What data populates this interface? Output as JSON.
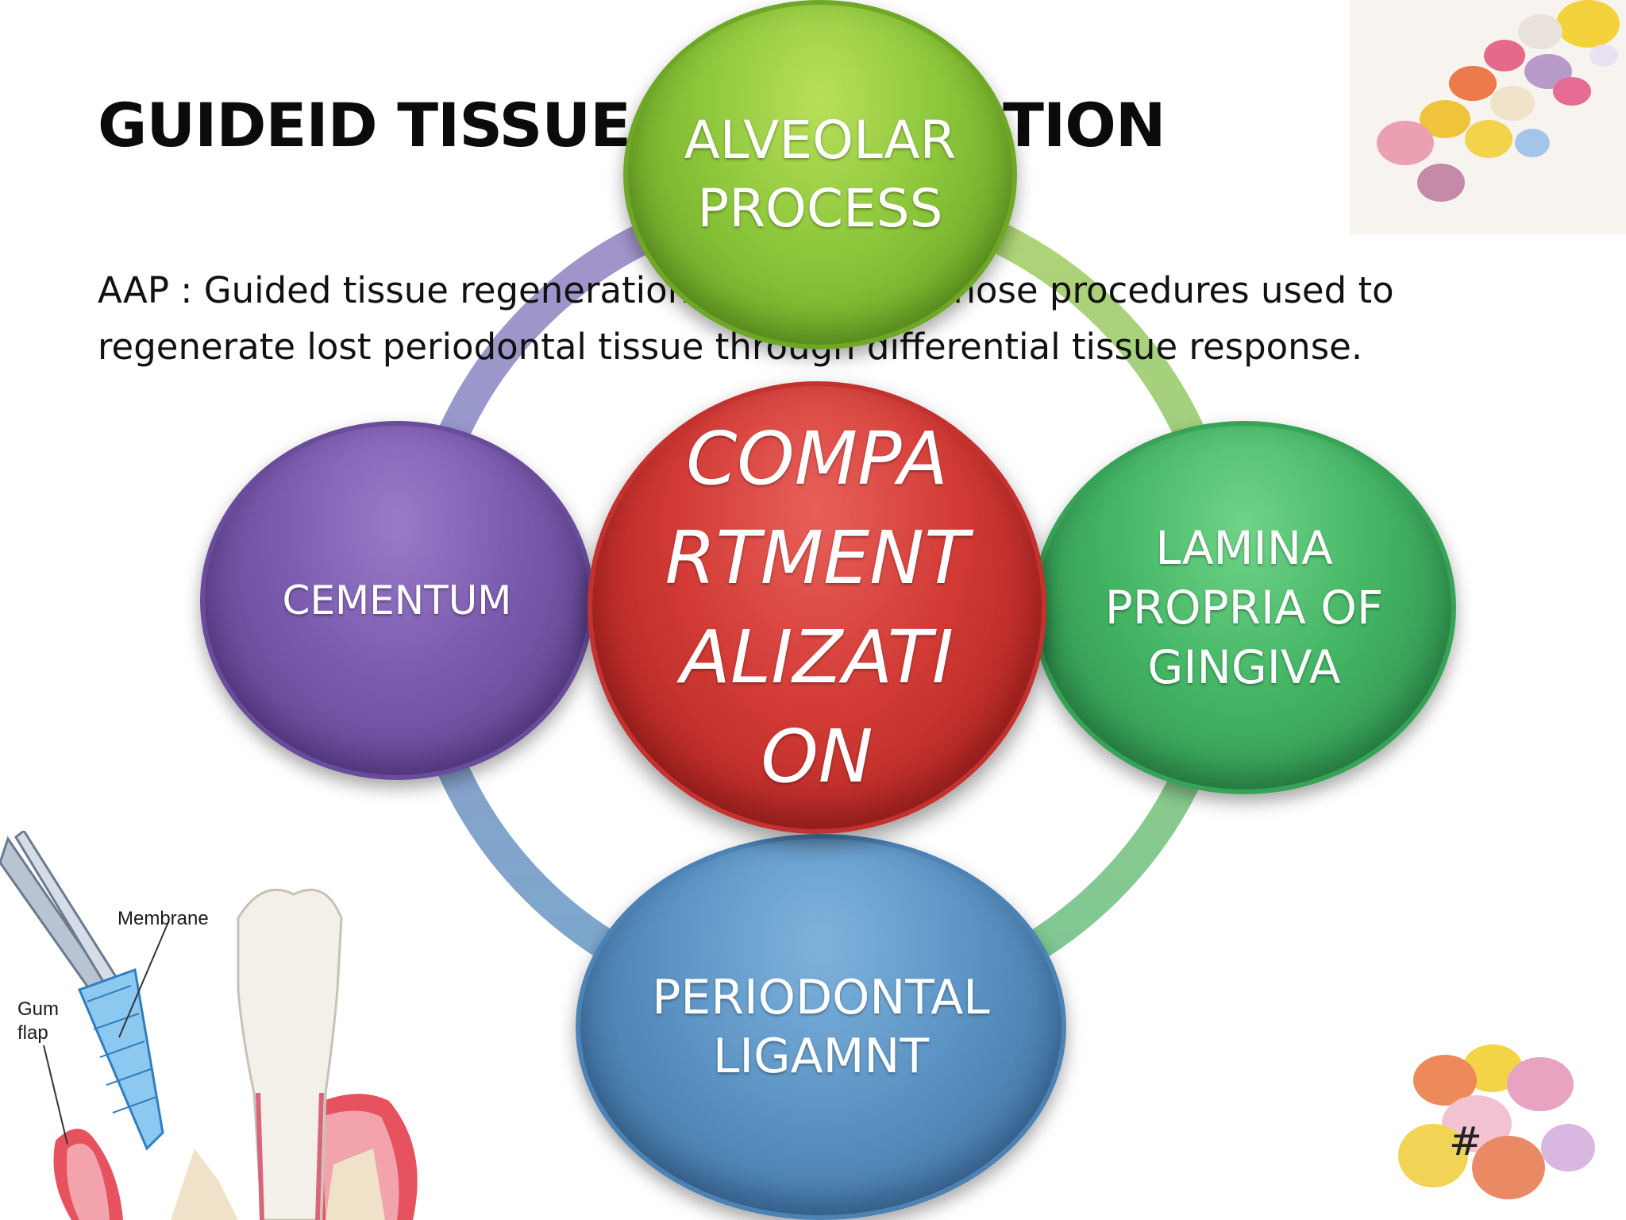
{
  "slide": {
    "title": "GUIDEID TISSUE REGENERATION",
    "body": "AAP : Guided tissue regeneration is defined as those procedures used to regenerate lost periodontal tissue through differential tissue response.",
    "slide_number": "#"
  },
  "cycle": {
    "center": "COMPA\nRTMENT\nALIZATI\nON",
    "top": "ALVEOLAR\nPROCESS",
    "left": "CEMENTUM",
    "right": "LAMINA\nPROPRIA OF\nGINGIVA",
    "bottom": "PERIODONTAL\nLIGAMNT"
  },
  "illustration": {
    "membrane_label": "Membrane",
    "gum_label": "Gum",
    "flap_label": "flap"
  },
  "colors": {
    "top": "#8cc63a",
    "left": "#7a5aad",
    "right": "#44b565",
    "bottom": "#5b93c4",
    "center": "#d23a35"
  }
}
